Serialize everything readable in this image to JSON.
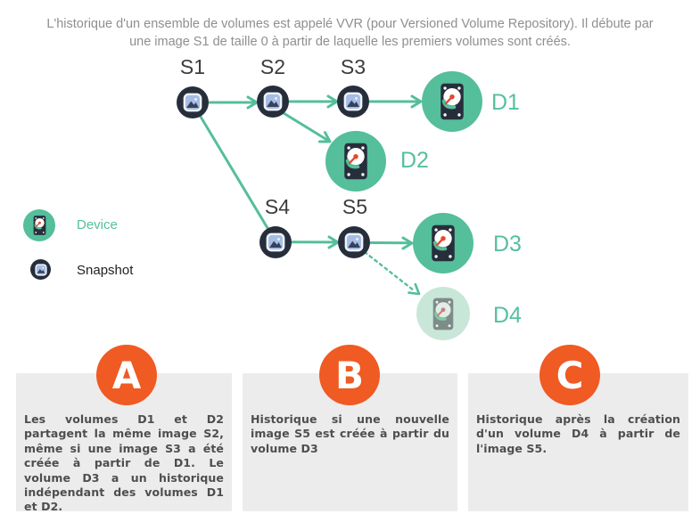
{
  "header": {
    "line1": "L'historique d'un ensemble de volumes est appelé VVR (pour Versioned Volume Repository). Il débute par",
    "line2": "une image S1 de taille 0 à partir de laquelle les premiers volumes sont créés."
  },
  "diagram": {
    "snapshots": [
      {
        "label": "S1"
      },
      {
        "label": "S2"
      },
      {
        "label": "S3"
      },
      {
        "label": "S4"
      },
      {
        "label": "S5"
      }
    ],
    "devices": [
      {
        "label": "D1"
      },
      {
        "label": "D2"
      },
      {
        "label": "D3"
      },
      {
        "label": "D4",
        "state": "faded"
      }
    ]
  },
  "legend": {
    "device_label": "Device",
    "snapshot_label": "Snapshot"
  },
  "panels": [
    {
      "badge": "A",
      "text": "Les volumes D1 et D2 partagent la même image S2, même si une image S3 a été créée à partir de D1. Le volume D3 a un historique indépendant des volumes D1 et D2."
    },
    {
      "badge": "B",
      "text": "Historique si une nouvelle image S5 est créée à partir du volume D3"
    },
    {
      "badge": "C",
      "text": "Historique après la création d'un volume D4 à partir de l'image S5."
    }
  ],
  "colors": {
    "teal": "#55BE9B",
    "teal_text": "#55BFA0",
    "navy": "#272E3B",
    "orange": "#F05A23",
    "panel_bg": "#ECECEC",
    "panel_text": "#4E4E4E",
    "header_text": "#8F8F8F",
    "label_dark": "#3C3C3C",
    "d4_bg": "#C9E7D9"
  }
}
